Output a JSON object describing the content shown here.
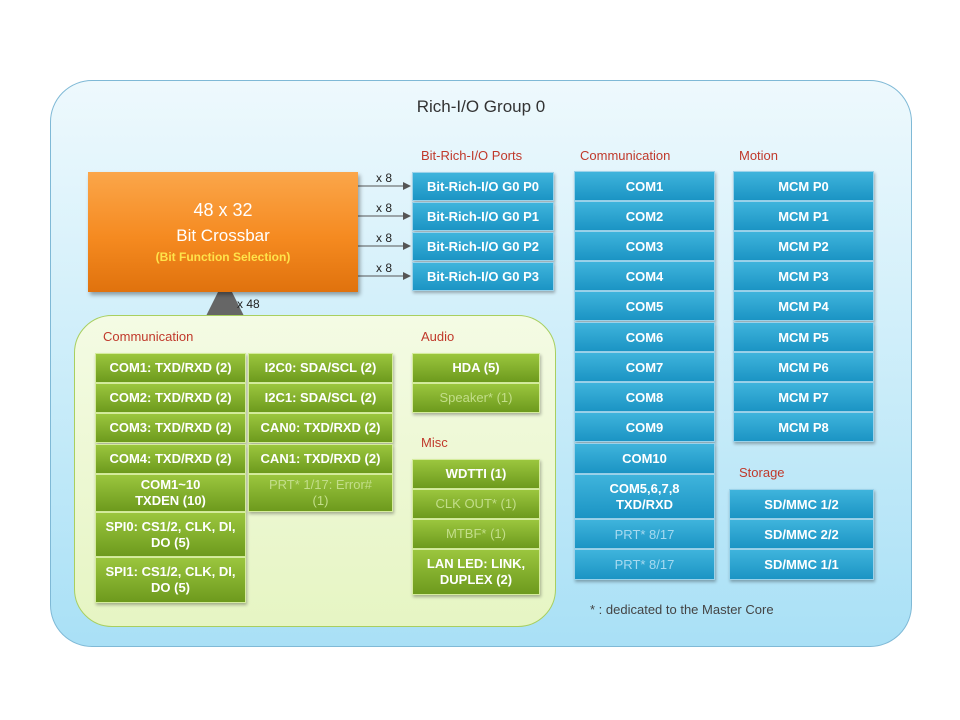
{
  "group_title": "Rich-I/O Group 0",
  "crossbar": {
    "line1": "48 x 32",
    "line2": "Bit Crossbar",
    "line3": "(Bit Function Selection)"
  },
  "port_labels": [
    "x 8",
    "x 8",
    "x 8",
    "x 8"
  ],
  "input_label": "x 48",
  "bit_ports": {
    "title": "Bit-Rich-I/O Ports",
    "items": [
      "Bit-Rich-I/O G0 P0",
      "Bit-Rich-I/O G0 P1",
      "Bit-Rich-I/O G0 P2",
      "Bit-Rich-I/O G0 P3"
    ]
  },
  "communication_right": {
    "title": "Communication",
    "items": [
      "COM1",
      "COM2",
      "COM3",
      "COM4",
      "COM5",
      "COM6",
      "COM7",
      "COM8",
      "COM9",
      "COM10",
      "COM5,6,7,8 TXD/RXD",
      "PRT* 8/17",
      "PRT* 8/17"
    ]
  },
  "motion": {
    "title": "Motion",
    "items": [
      "MCM P0",
      "MCM P1",
      "MCM P2",
      "MCM P3",
      "MCM P4",
      "MCM P5",
      "MCM P6",
      "MCM P7",
      "MCM P8"
    ]
  },
  "storage": {
    "title": "Storage",
    "items": [
      "SD/MMC 1/2",
      "SD/MMC 2/2",
      "SD/MMC 1/1"
    ]
  },
  "communication_left": {
    "title": "Communication",
    "col1": [
      "COM1: TXD/RXD (2)",
      "COM2: TXD/RXD (2)",
      "COM3: TXD/RXD (2)",
      "COM4: TXD/RXD (2)",
      "COM1~10 TXDEN (10)",
      "SPI0: CS1/2, CLK, DI, DO (5)",
      "SPI1: CS1/2, CLK, DI, DO (5)"
    ],
    "col2": [
      "I2C0: SDA/SCL (2)",
      "I2C1: SDA/SCL (2)",
      "CAN0: TXD/RXD (2)",
      "CAN1: TXD/RXD (2)",
      "PRT* 1/17: Error# (1)"
    ]
  },
  "audio": {
    "title": "Audio",
    "items": [
      "HDA (5)",
      "Speaker* (1)"
    ]
  },
  "misc": {
    "title": "Misc",
    "items": [
      "WDTTI (1)",
      "CLK OUT* (1)",
      "MTBF* (1)",
      "LAN LED: LINK, DUPLEX (2)"
    ]
  },
  "footnote": "* : dedicated to the Master Core",
  "colors": {
    "crossbar": "#f58a20",
    "blue_box": "#1b94c4",
    "green_box": "#6d9a1d",
    "section_title": "#c0392b"
  }
}
